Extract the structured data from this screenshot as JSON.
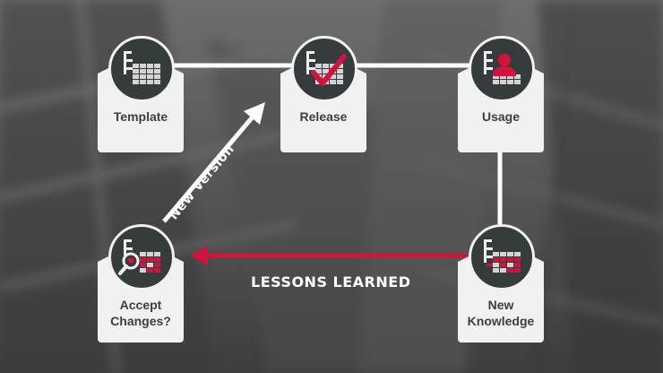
{
  "nodes": {
    "template": {
      "label": "Template",
      "icon": "table-icon"
    },
    "release": {
      "label": "Release",
      "icon": "checked-table-icon"
    },
    "usage": {
      "label": "Usage",
      "icon": "user-table-icon"
    },
    "knowledge": {
      "label_line1": "New",
      "label_line2": "Knowledge",
      "icon": "highlighted-table-icon"
    },
    "accept": {
      "label_line1": "Accept",
      "label_line2": "Changes?",
      "icon": "magnifier-table-icon"
    }
  },
  "edges": {
    "new_version": "New Version",
    "lessons_learned": "LESSONS LEARNED"
  },
  "colors": {
    "accent": "#d3123d",
    "badge": "#363c3d",
    "card": "#f1f1f1",
    "connector": "#ffffff"
  }
}
